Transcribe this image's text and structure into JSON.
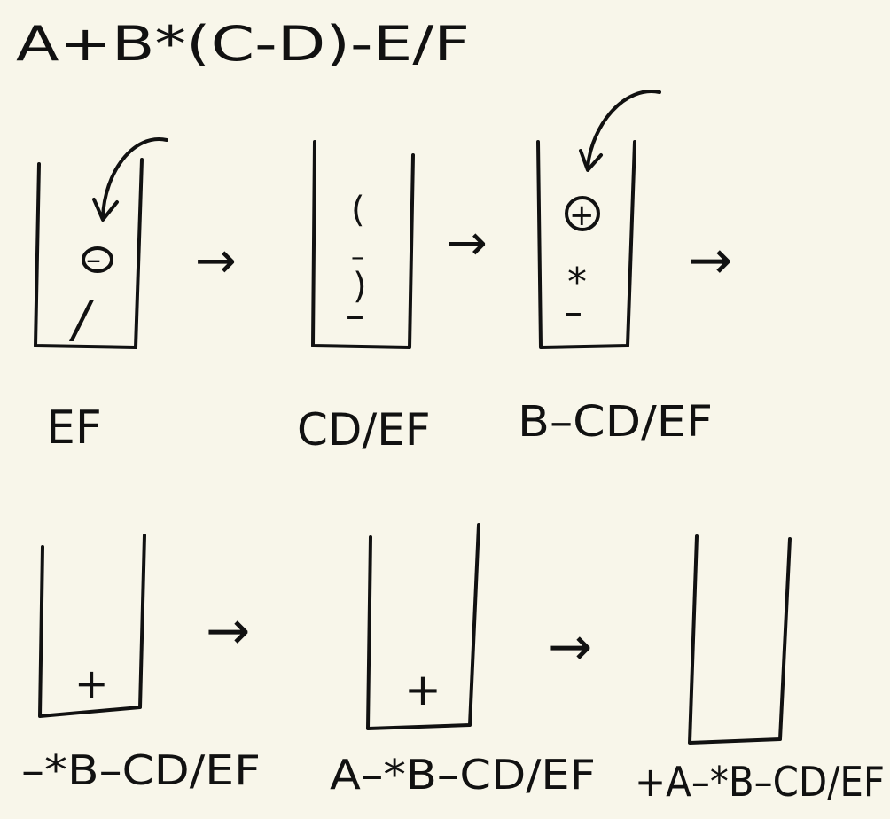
{
  "expression": "A+B*(C-D)-E/F",
  "stages": [
    {
      "stack_items": [
        "–",
        "/"
      ],
      "output": "EF"
    },
    {
      "stack_items": [
        "(",
        "–",
        ")",
        "–"
      ],
      "output": "CD/EF"
    },
    {
      "stack_items": [
        "+",
        "*",
        "–"
      ],
      "output": "B–CD/EF"
    },
    {
      "stack_items": [
        "+"
      ],
      "output": "–*B–CD/EF"
    },
    {
      "stack_items": [
        "+"
      ],
      "output": "A–*B–CD/EF"
    },
    {
      "stack_items": [],
      "output": "+A–*B–CD/EF"
    }
  ],
  "arrow_symbol": "→",
  "colors": {
    "background": "#f8f6ea",
    "ink": "#111111"
  }
}
